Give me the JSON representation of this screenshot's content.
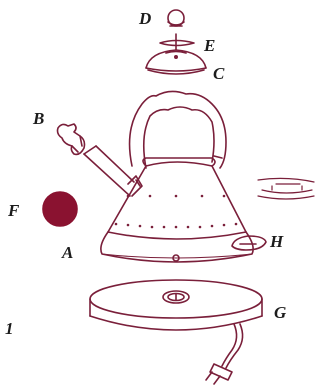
{
  "figure_number": "1",
  "colors": {
    "outline": "#7a1f3a",
    "accent": "#8a1230",
    "label": "#1c1c1c"
  },
  "labels": {
    "A": "A",
    "B": "B",
    "C": "C",
    "D": "D",
    "E": "E",
    "F": "F",
    "G": "G",
    "H": "H"
  },
  "parts": [
    {
      "id": "A",
      "icon": "kettle-body-icon"
    },
    {
      "id": "B",
      "icon": "bird-whistle-icon"
    },
    {
      "id": "C",
      "icon": "lid-icon"
    },
    {
      "id": "D",
      "icon": "knob-icon"
    },
    {
      "id": "E",
      "icon": "gasket-icon"
    },
    {
      "id": "F",
      "icon": "red-disc-icon"
    },
    {
      "id": "G",
      "icon": "power-base-icon"
    },
    {
      "id": "H",
      "icon": "switch-lever-icon"
    }
  ]
}
